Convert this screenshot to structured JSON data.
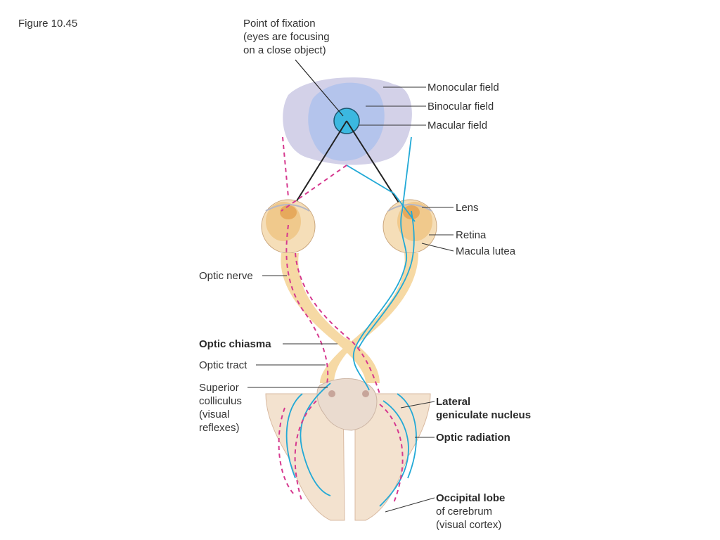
{
  "figure_label": "Figure 10.45",
  "labels": {
    "fixation": [
      "Point of fixation",
      "(eyes are focusing",
      "on a close object)"
    ],
    "monocular": "Monocular field",
    "binocular": "Binocular field",
    "macular": "Macular field",
    "lens": "Lens",
    "retina": "Retina",
    "macula_lutea": "Macula lutea",
    "optic_nerve": "Optic nerve",
    "optic_chiasma": "Optic chiasma",
    "optic_tract": "Optic tract",
    "superior_colliculus": [
      "Superior",
      "colliculus",
      "(visual",
      "reflexes)"
    ],
    "lgn": [
      "Lateral",
      "geniculate nucleus"
    ],
    "optic_radiation": "Optic radiation",
    "occipital": [
      "Occipital lobe",
      "of cerebrum",
      "(visual cortex)"
    ]
  },
  "colors": {
    "monocular_field": "#cfcde6",
    "binocular_field": "#b4c4ec",
    "macular_field": "#3bb8e0",
    "cyan_pathway": "#22a9d6",
    "magenta_pathway": "#d6398f",
    "nerve_fill": "#f6d9a4",
    "cortex_fill": "#f3e2cf",
    "brainstem_fill": "#eadbcf"
  }
}
